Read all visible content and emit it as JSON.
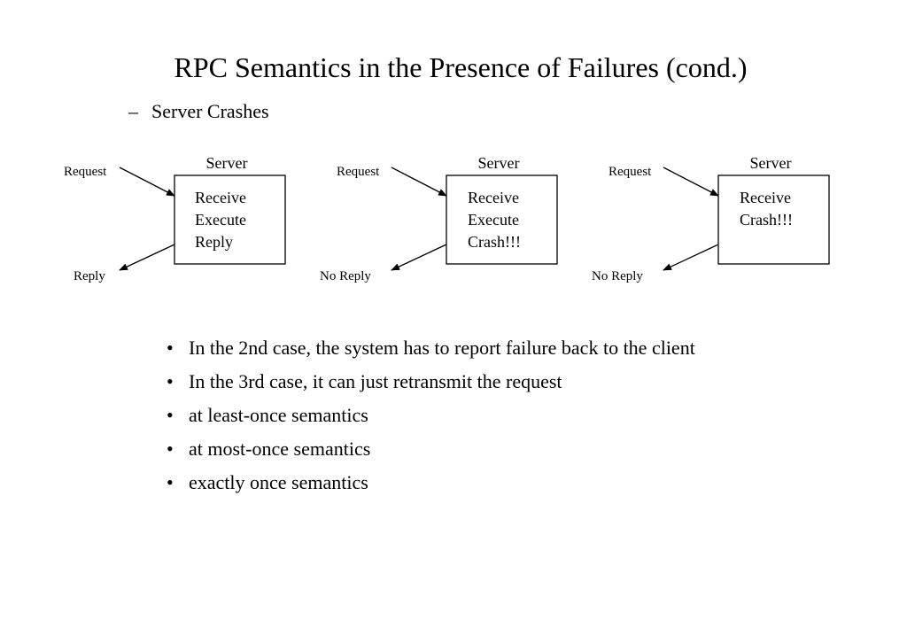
{
  "slide": {
    "title": "RPC Semantics in the Presence of Failures (cond.)",
    "subtitle_dash": "–",
    "subtitle": "Server Crashes"
  },
  "diagrams": [
    {
      "server_label": "Server",
      "request_label": "Request",
      "result_label": "Reply",
      "steps": [
        "Receive",
        "Execute",
        "Reply"
      ]
    },
    {
      "server_label": "Server",
      "request_label": "Request",
      "result_label": "No Reply",
      "steps": [
        "Receive",
        "Execute",
        "Crash!!!"
      ]
    },
    {
      "server_label": "Server",
      "request_label": "Request",
      "result_label": "No Reply",
      "steps": [
        "Receive",
        "Crash!!!"
      ]
    }
  ],
  "bullet_glyph": "•",
  "bullets": [
    "In the 2nd case, the system has to report failure back to the client",
    "In the 3rd case, it can just retransmit the request",
    "at least-once semantics",
    "at most-once semantics",
    "exactly once semantics"
  ]
}
